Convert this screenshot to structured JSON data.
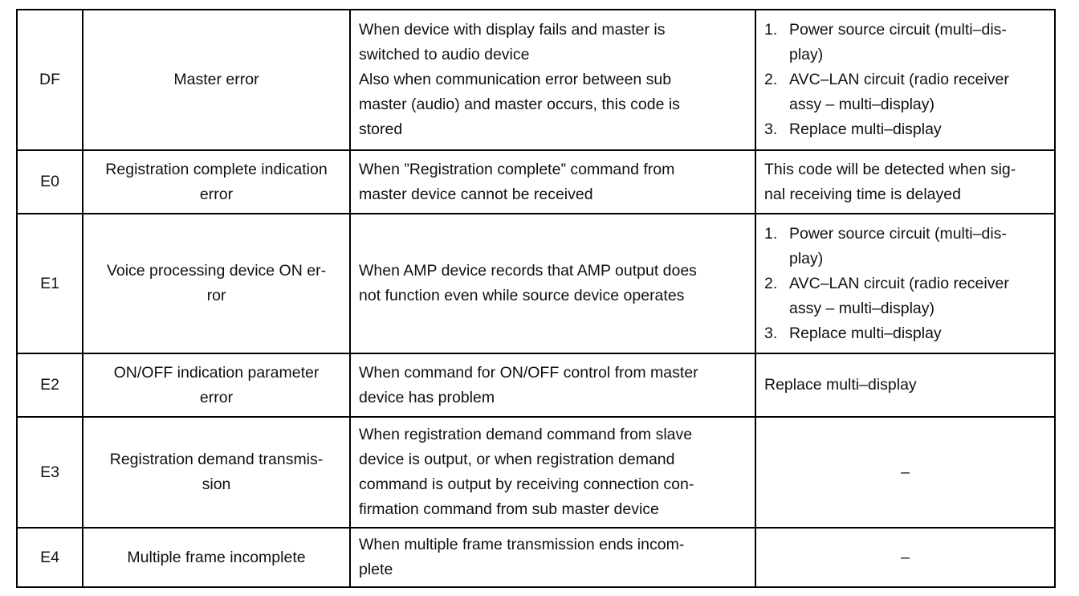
{
  "rows": [
    {
      "code": "DF",
      "item_lines": [
        "Master error"
      ],
      "condition_lines": [
        "When device with  display fails and master is",
        "switched to audio device",
        "Also when  communication error between sub",
        "master (audio) and master occurs, this code is",
        "stored"
      ],
      "area": {
        "steps": [
          {
            "num": "1.",
            "lines": [
              "Power source circuit (multi–dis-",
              "play)"
            ]
          },
          {
            "num": "2.",
            "lines": [
              "AVC–LAN circuit (radio receiver",
              "assy – multi–display)"
            ]
          },
          {
            "num": "3.",
            "lines": [
              "Replace multi–display"
            ]
          }
        ]
      }
    },
    {
      "code": "E0",
      "item_lines": [
        "Registration complete indication",
        "error"
      ],
      "condition_lines": [
        "When ”Registration complete” command from",
        "master device cannot be received"
      ],
      "area": {
        "text_lines": [
          "This code will be detected when sig-",
          "nal receiving time is delayed"
        ]
      }
    },
    {
      "code": "E1",
      "item_lines": [
        "Voice processing device ON er-",
        "ror"
      ],
      "condition_lines": [
        "When AMP device records that AMP output does",
        "not function even while source device operates"
      ],
      "area": {
        "steps": [
          {
            "num": "1.",
            "lines": [
              "Power source circuit (multi–dis-",
              "play)"
            ]
          },
          {
            "num": "2.",
            "lines": [
              "AVC–LAN circuit (radio receiver",
              "assy – multi–display)"
            ]
          },
          {
            "num": "3.",
            "lines": [
              "Replace multi–display"
            ]
          }
        ]
      }
    },
    {
      "code": "E2",
      "item_lines": [
        "ON/OFF indication parameter",
        "error"
      ],
      "condition_lines": [
        "When command for ON/OFF control from master",
        "device has problem"
      ],
      "area": {
        "text_lines": [
          "Replace multi–display"
        ]
      }
    },
    {
      "code": "E3",
      "item_lines": [
        "Registration demand transmis-",
        "sion"
      ],
      "condition_lines": [
        "When registration demand command from slave",
        "device is output, or when registration demand",
        "command is output by receiving connection con-",
        "firmation command from sub master device"
      ],
      "area": {
        "dash": "–"
      }
    },
    {
      "code": "E4",
      "item_lines": [
        "Multiple frame incomplete"
      ],
      "condition_lines": [
        "When multiple frame transmission ends incom-",
        "plete"
      ],
      "area": {
        "dash": "–"
      }
    }
  ]
}
